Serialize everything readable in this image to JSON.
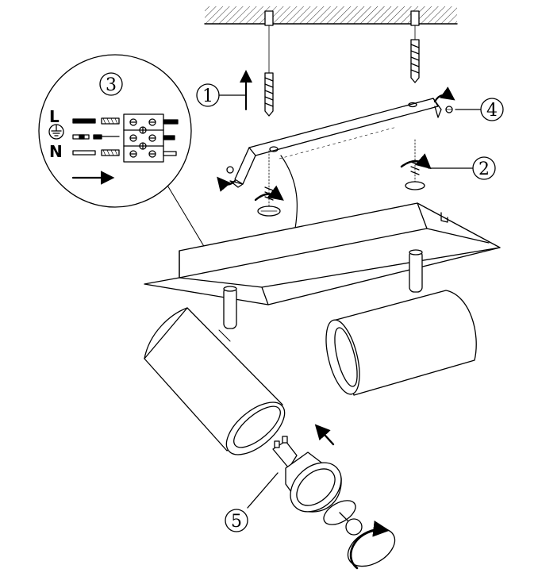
{
  "steps": [
    {
      "number": "1"
    },
    {
      "number": "2"
    },
    {
      "number": "3"
    },
    {
      "number": "4"
    },
    {
      "number": "5"
    }
  ],
  "wiring": {
    "live_label": "L",
    "neutral_label": "N"
  },
  "colors": {
    "line": "#000000",
    "background": "#ffffff",
    "ceiling_hatch": "#333333"
  },
  "icons": [
    "ceiling-hatch-icon",
    "wall-plug-icon",
    "screw-icon",
    "rotate-arrow-icon",
    "earth-symbol-icon",
    "terminal-block-icon",
    "direction-arrow-icon",
    "gu10-bulb-icon"
  ]
}
